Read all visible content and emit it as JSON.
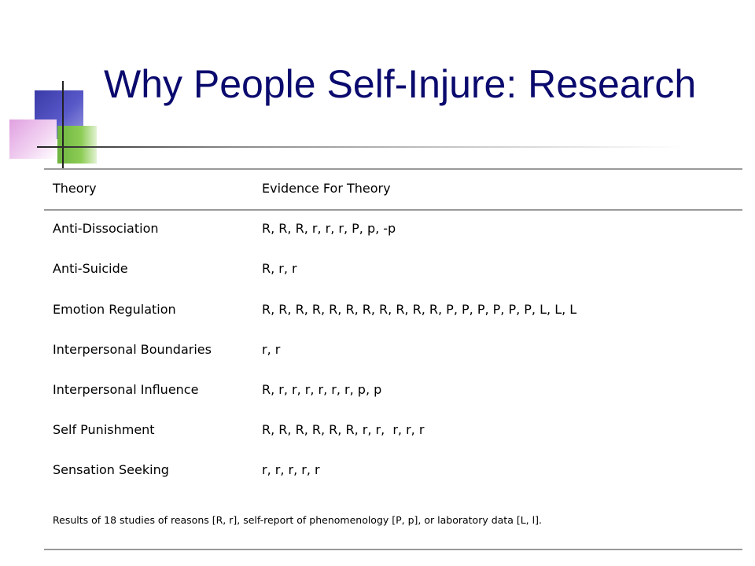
{
  "slide": {
    "title": "Why People Self-Injure: Research"
  },
  "table": {
    "headers": [
      "Theory",
      "Evidence For Theory"
    ],
    "rows": [
      {
        "theory": "Anti-Dissociation",
        "evidence": "R, R, R, r, r, r, P, p, -p"
      },
      {
        "theory": "Anti-Suicide",
        "evidence": "R, r, r"
      },
      {
        "theory": "Emotion Regulation",
        "evidence": "R, R, R, R, R, R, R, R, R, R, R, P, P, P, P, P, P, L, L, L"
      },
      {
        "theory": "Interpersonal Boundaries",
        "evidence": "r, r"
      },
      {
        "theory": "Interpersonal Influence",
        "evidence": "R, r, r, r, r, r, r, p, p"
      },
      {
        "theory": "Self Punishment",
        "evidence": "R, R, R, R, R, R, r, r,  r, r, r"
      },
      {
        "theory": "Sensation Seeking",
        "evidence": "r, r, r, r, r"
      }
    ],
    "footnote": "Results of 18 studies of reasons [R, r], self-report of phenomenology [P, p], or laboratory data [L, l]."
  }
}
